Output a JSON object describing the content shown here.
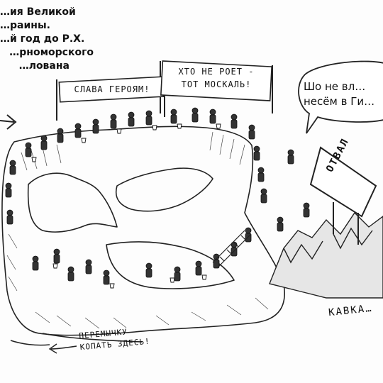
{
  "caption": {
    "line1": "…ия Великой",
    "line2": "…раины.",
    "line3": "…й год до Р.Х.",
    "line4": "…рноморского",
    "line5": "…лована"
  },
  "signs": {
    "glory": "СЛАВА ГЕРОЯМ!",
    "line1": "ХТО НЕ РОЕТ -",
    "line2": "ТОТ МОСКАЛЬ!"
  },
  "speech_bubble": {
    "line1": "Шо не вл…",
    "line2": "несём в Ги…"
  },
  "otval_sign": "ОТВАЛ",
  "kavkaz_label": "КАВКА…",
  "isthmus_note": {
    "line1": "ПЕРЕМЫЧКУ",
    "line2": "КОПАТЬ ЗДЕСЬ!"
  }
}
